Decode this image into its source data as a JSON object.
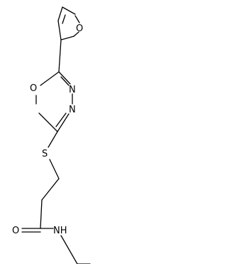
{
  "molecule": {
    "atoms": {
      "furan_o": "O",
      "oxadiazole_o": "O",
      "n_upper": "N",
      "n_lower": "N",
      "sulfur": "S",
      "carbonyl_o": "O",
      "amide_nh": "NH"
    }
  }
}
